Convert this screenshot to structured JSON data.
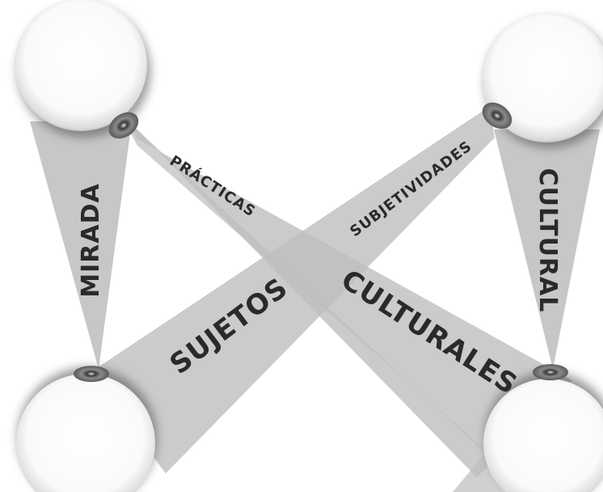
{
  "labels": {
    "mirada": "MIRADA",
    "cultural": "CULTURAL",
    "practicas": "PRÁCTICAS",
    "subjetividades": "SUBJETIVIDADES",
    "sujetos": "SUJETOS",
    "culturales": "CULTURALES"
  },
  "colors": {
    "beam": "#bdbdbd",
    "background": "#ffffff",
    "text": "#2a2a2a"
  }
}
